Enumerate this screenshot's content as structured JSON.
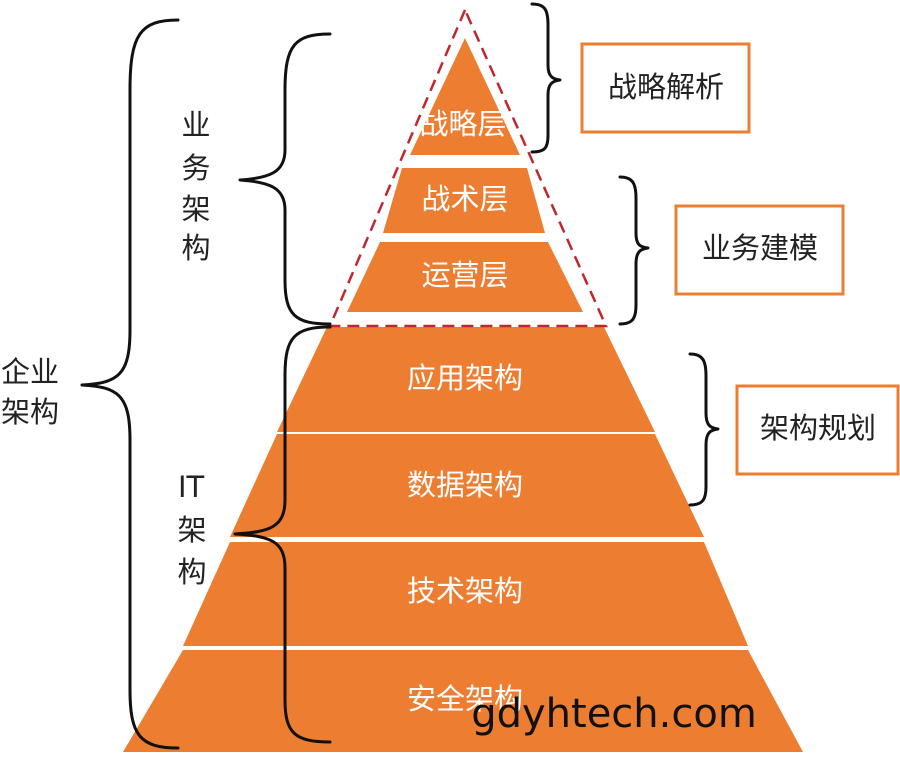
{
  "layers": [
    {
      "id": "strategy",
      "label": "战略层"
    },
    {
      "id": "tactics",
      "label": "战术层"
    },
    {
      "id": "operations",
      "label": "运营层"
    },
    {
      "id": "application",
      "label": "应用架构"
    },
    {
      "id": "data",
      "label": "数据架构"
    },
    {
      "id": "technology",
      "label": "技术架构"
    },
    {
      "id": "security",
      "label": "安全架构"
    }
  ],
  "groups": {
    "enterprise": [
      "企业",
      "架构"
    ],
    "business": [
      "业",
      "务",
      "架",
      "构"
    ],
    "it": [
      "IT",
      "架",
      "构"
    ]
  },
  "boxes": {
    "strategy_analysis": "战略解析",
    "business_modeling": "业务建模",
    "architecture_planning": "架构规划"
  },
  "watermark": "gdyhtech.com",
  "colors": {
    "layer_fill": "#ED7D31",
    "box_border": "#ED7D31",
    "dashed_outline": "#C0272D",
    "brace": "#111111"
  }
}
